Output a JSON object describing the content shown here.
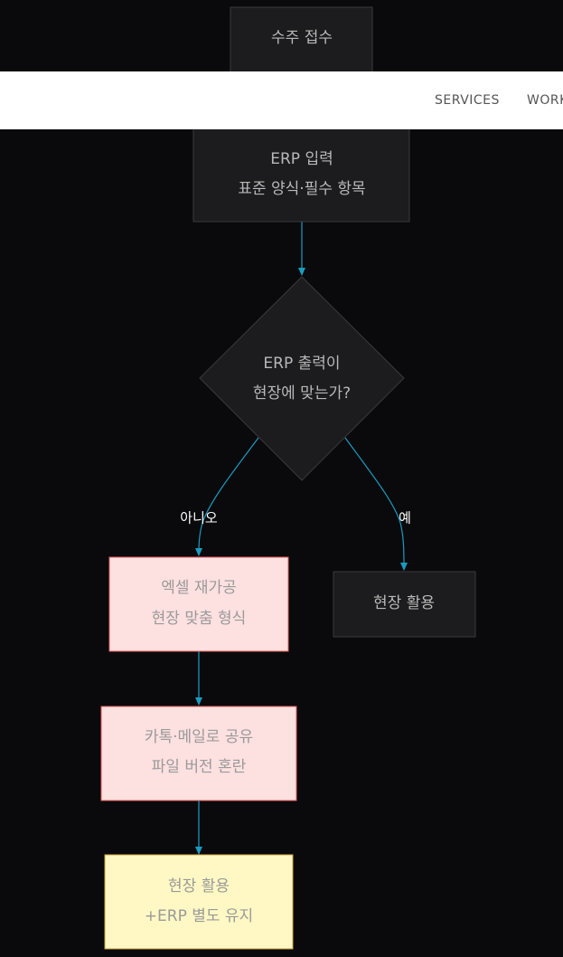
{
  "flowchart": {
    "nodes": {
      "order_intake": {
        "line1": "수주 접수"
      },
      "erp_input": {
        "line1": "ERP 입력",
        "line2": "표준 양식·필수 항목"
      },
      "decision": {
        "line1": "ERP 출력이",
        "line2": "현장에 맞는가?"
      },
      "excel_rework": {
        "line1": "엑셀 재가공",
        "line2": "현장 맞춤 형식"
      },
      "field_use_yes": {
        "line1": "현장 활용"
      },
      "share": {
        "line1": "카톡·메일로 공유",
        "line2": "파일 버전 혼란"
      },
      "field_use_final": {
        "line1": "현장 활용",
        "line2": "+ERP 별도 유지"
      }
    },
    "edges": {
      "no_label": "아니오",
      "yes_label": "예"
    },
    "colors": {
      "background": "#0a0a0c",
      "dark_node_fill": "#1c1c1e",
      "dark_node_stroke": "#3a3a3c",
      "pink_node_fill": "#fde0e0",
      "pink_node_stroke": "#e05a5a",
      "yellow_node_fill": "#fff8c4",
      "yellow_node_stroke": "#c8a040",
      "edge": "#1a9cc0"
    }
  },
  "navbar": {
    "services_label": "SERVICES",
    "work_label": "WORK"
  }
}
